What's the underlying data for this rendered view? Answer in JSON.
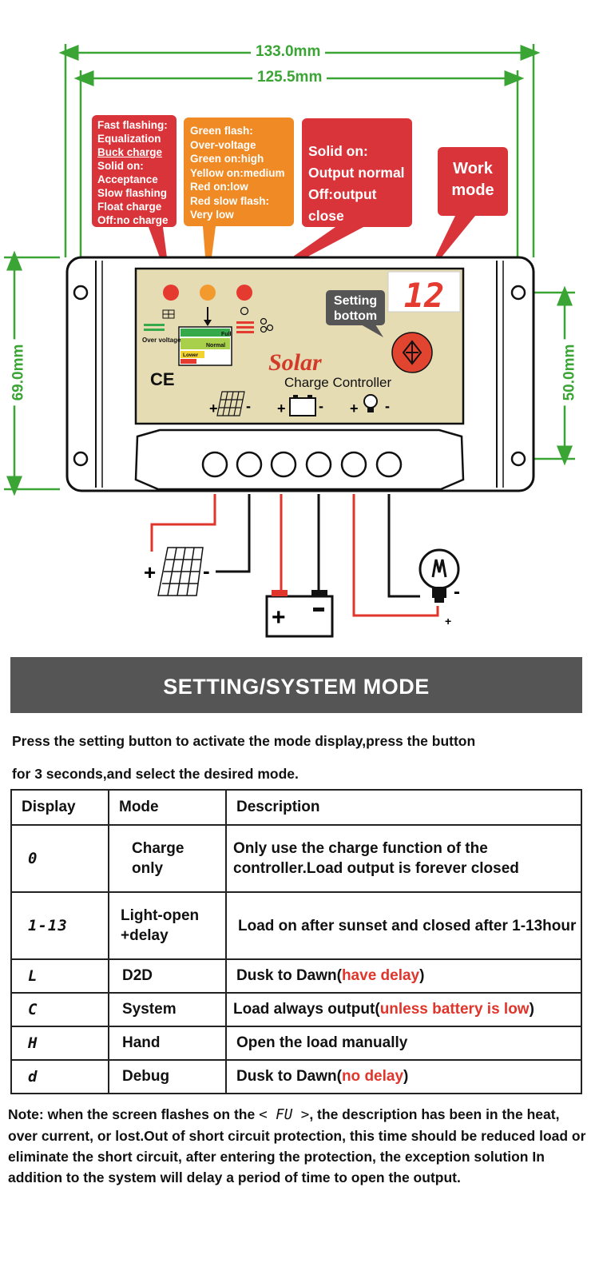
{
  "dimensions": {
    "outer_width": "133.0mm",
    "inner_width": "125.5mm",
    "height": "69.0mm",
    "hole_spacing": "50.0mm"
  },
  "callouts": {
    "charge_status": {
      "lines": [
        "Fast flashing:",
        "Equalization",
        "Buck charge",
        "Solid on:",
        "Acceptance",
        "Slow flashing",
        "Float charge",
        "Off:no charge"
      ]
    },
    "battery_status": {
      "lines": [
        "Green flash:",
        "Over-voltage",
        "Green on:high",
        "Yellow on:medium",
        "Red on:low",
        "Red slow flash:",
        "Very low"
      ]
    },
    "load_status": {
      "lines": [
        "Solid on:",
        "Output normal",
        "Off:output close"
      ]
    },
    "work_mode": {
      "lines": [
        "Work",
        "mode"
      ]
    }
  },
  "device": {
    "brand": "Solar",
    "subtitle": "Charge Controller",
    "display_value": "12",
    "setting_label": "Setting bottom",
    "over_voltage_label": "Over voltage",
    "full_label": "Full",
    "normal_label": "Normal",
    "lower_label": "Lower",
    "ce_mark": "CE",
    "plus": "+",
    "minus": "-"
  },
  "section_title": "SETTING/SYSTEM MODE",
  "intro": {
    "line1": "Press the setting button to activate the mode display,press the button",
    "line2": "for 3 seconds,and select the desired mode."
  },
  "table": {
    "headers": [
      "Display",
      "Mode",
      "Description"
    ],
    "rows": [
      {
        "display": "0",
        "mode_lines": [
          "Charge",
          "only"
        ],
        "desc": "Only use the charge function of the controller.Load output is forever closed",
        "desc_red": ""
      },
      {
        "display": "1-13",
        "mode_lines": [
          "Light-open",
          "+delay"
        ],
        "desc": "Load on after sunset and closed after 1-13hour",
        "desc_red": ""
      },
      {
        "display": "L",
        "mode_lines": [
          "D2D"
        ],
        "desc": "Dusk to Dawn(",
        "desc_red": "have delay",
        "desc_end": ")"
      },
      {
        "display": "C",
        "mode_lines": [
          "System"
        ],
        "desc": "Load always output(",
        "desc_red": "unless battery is low",
        "desc_end": ")"
      },
      {
        "display": "H",
        "mode_lines": [
          "Hand"
        ],
        "desc": "Open the load manually",
        "desc_red": ""
      },
      {
        "display": "d",
        "mode_lines": [
          "Debug"
        ],
        "desc": "Dusk to Dawn(",
        "desc_red": "no delay",
        "desc_end": ")"
      }
    ]
  },
  "note": {
    "prefix": "Note: when the screen flashes on the ",
    "code": "< FU >",
    "rest": ", the description has been in the heat, over current, or lost.Out of short circuit protection, this time should be reduced load or eliminate the short circuit, after entering the protection, the exception solution In addition to the system will delay a period of time to open the output."
  },
  "colors": {
    "dimension": "#3aa534",
    "callout_red": "#d9343a",
    "callout_orange": "#ef8a24",
    "banner": "#555555",
    "highlight": "#e0352b",
    "panel": "#e6dcb4"
  }
}
